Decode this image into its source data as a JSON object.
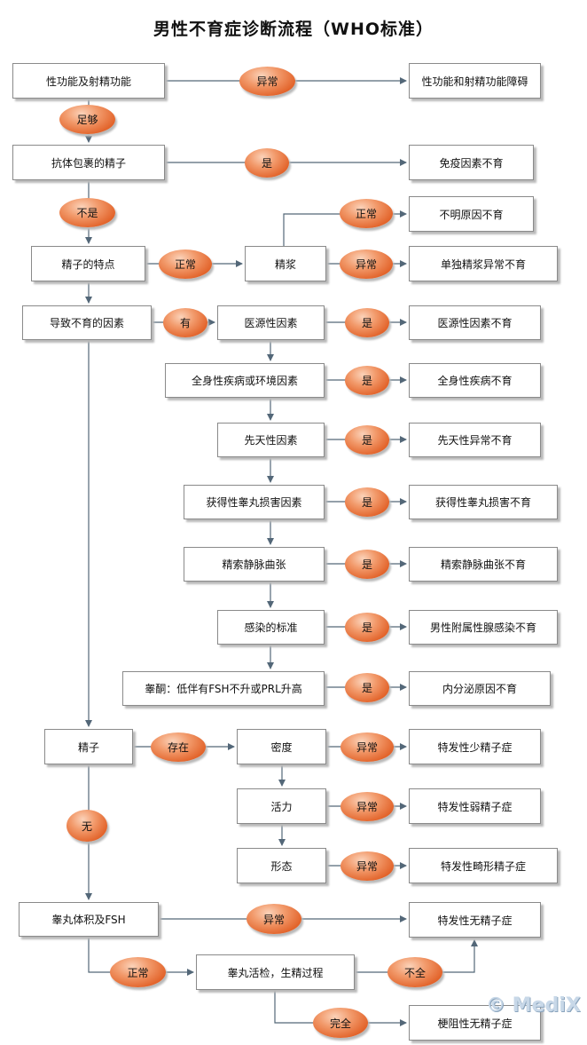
{
  "title": "男性不育症诊断流程（WHO标准）",
  "watermark": "© MediX",
  "colors": {
    "oval": "#e8743b",
    "line": "#536778",
    "box_border": "#8a8a8a"
  },
  "boxes": {
    "sexual_function": "性功能及射精功能",
    "sexual_disorder": "性功能和射精功能障碍",
    "antibody": "抗体包裹的精子",
    "immune": "免疫因素不育",
    "unexplained": "不明原因不育",
    "sperm_features": "精子的特点",
    "semen": "精浆",
    "semen_abnormal": "单独精浆异常不育",
    "infertility_factors": "导致不育的因素",
    "iatrogenic": "医源性因素",
    "iatrogenic_result": "医源性因素不育",
    "systemic": "全身性疾病或环境因素",
    "systemic_result": "全身性疾病不育",
    "congenital": "先天性因素",
    "congenital_result": "先天性异常不育",
    "acquired": "获得性睾丸损害因素",
    "acquired_result": "获得性睾丸损害不育",
    "varicocele": "精索静脉曲张",
    "varicocele_result": "精索静脉曲张不育",
    "infection": "感染的标准",
    "infection_result": "男性附属性腺感染不育",
    "testosterone": "睾酮：低伴有FSH不升或PRL升高",
    "endocrine_result": "内分泌原因不育",
    "sperm": "精子",
    "density": "密度",
    "oligo": "特发性少精子症",
    "motility": "活力",
    "astheno": "特发性弱精子症",
    "morphology": "形态",
    "terato": "特发性畸形精子症",
    "testis_fsh": "睾丸体积及FSH",
    "azoo": "特发性无精子症",
    "biopsy": "睾丸活检，生精过程",
    "obstructive": "梗阻性无精子症"
  },
  "ovals": {
    "o1": "异常",
    "o2": "足够",
    "o3": "是",
    "o4": "不是",
    "o5": "正常",
    "o6": "正常",
    "o7": "异常",
    "o8": "有",
    "o9": "是",
    "o10": "是",
    "o11": "是",
    "o12": "是",
    "o13": "是",
    "o14": "是",
    "o15": "是",
    "o16": "存在",
    "o17": "异常",
    "o18": "异常",
    "o19": "异常",
    "o20": "无",
    "o21": "异常",
    "o22": "正常",
    "o23": "不全",
    "o24": "完全"
  }
}
